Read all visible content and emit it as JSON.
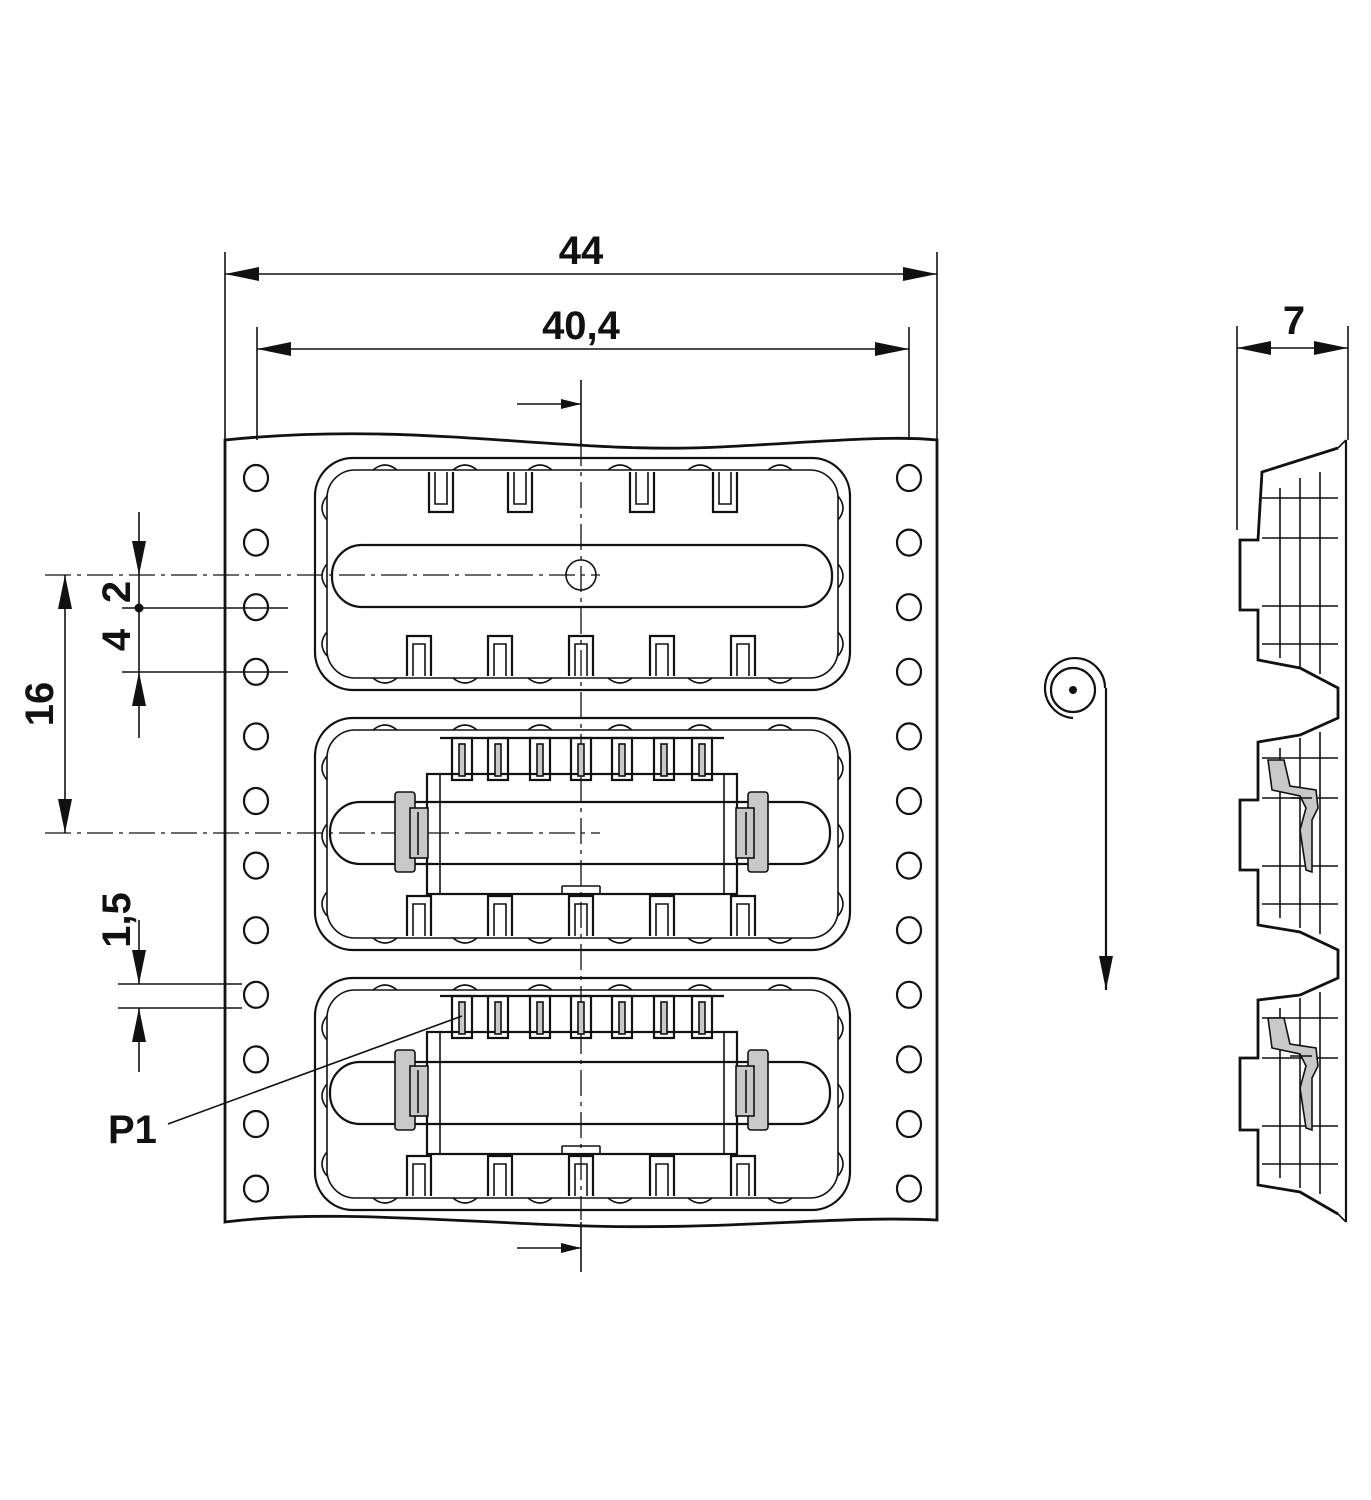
{
  "dimensions": {
    "overall_width": "44",
    "inner_width": "40,4",
    "side_depth": "7",
    "pitch": "16",
    "dim_2": "2",
    "dim_4": "4",
    "dim_1_5": "1,5"
  },
  "labels": {
    "p1": "P1"
  },
  "colors": {
    "line": "#111111",
    "contact_fill": "#c8c8c8",
    "background": "#ffffff"
  }
}
